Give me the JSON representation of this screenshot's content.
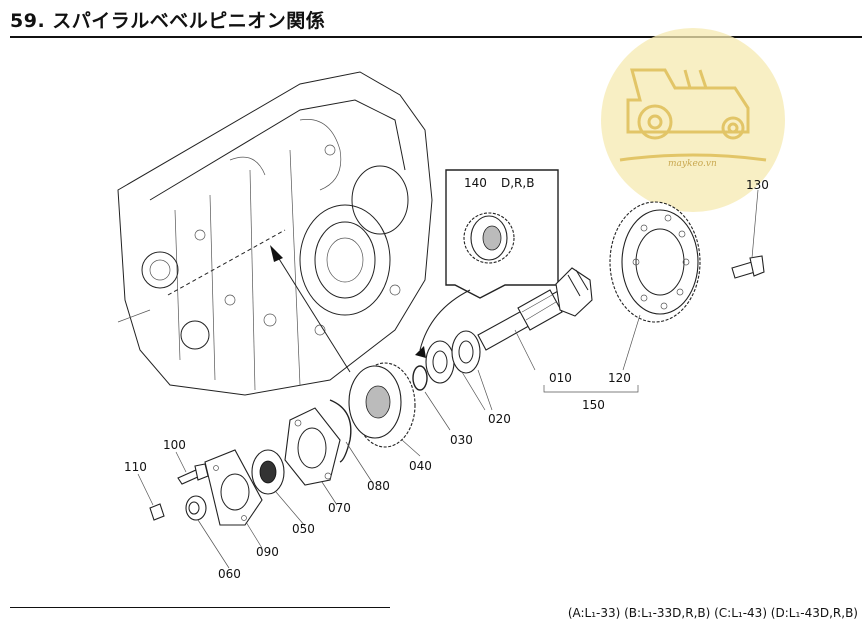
{
  "title": "59. スパイラルベベルピニオン関係",
  "watermark": {
    "text": "maykeo.vn",
    "color": "#f3e3a0"
  },
  "parts": {
    "p010": "010",
    "p020": "020",
    "p030": "030",
    "p040": "040",
    "p050": "050",
    "p060": "060",
    "p070": "070",
    "p080": "080",
    "p090": "090",
    "p100": "100",
    "p110": "110",
    "p120": "120",
    "p130": "130",
    "p140": "140",
    "p150": "150"
  },
  "inset_variants": "D,R,B",
  "footnote": "(A:L₁-33) (B:L₁-33D,R,B) (C:L₁-43) (D:L₁-43D,R,B)"
}
